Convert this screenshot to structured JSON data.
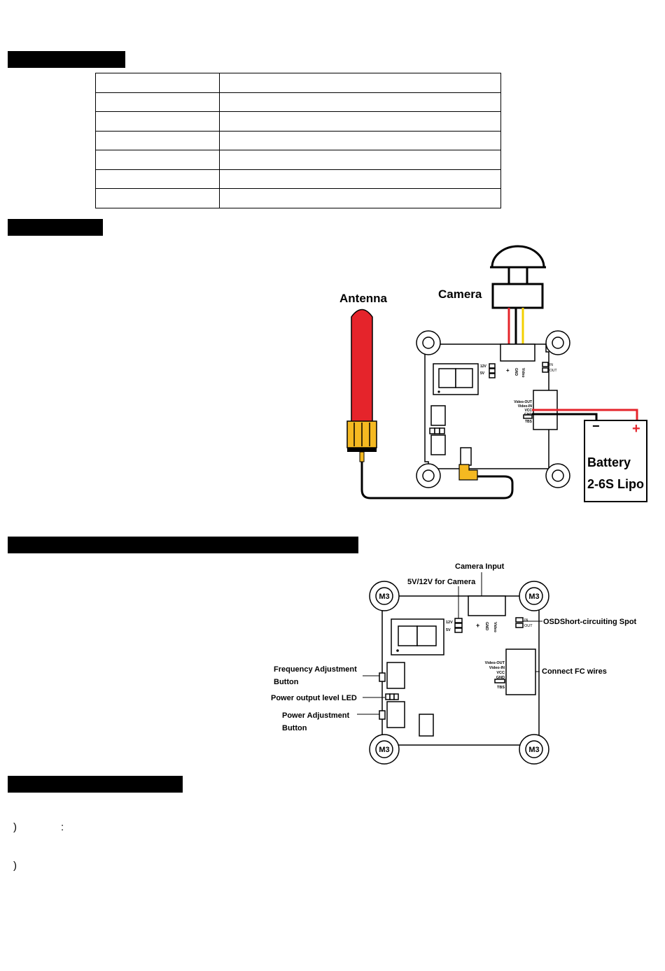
{
  "spec_table": {
    "rows": [
      [
        "",
        ""
      ],
      [
        "",
        ""
      ],
      [
        "",
        ""
      ],
      [
        "",
        ""
      ],
      [
        "",
        ""
      ],
      [
        "",
        ""
      ],
      [
        "",
        ""
      ]
    ]
  },
  "wiring": {
    "antenna": "Antenna",
    "camera": "Camera",
    "battery_line1": "Battery",
    "battery_line2": "2-6S Lipo",
    "pad_12v": "12V",
    "pad_5v": "5V",
    "pin_plus": "+",
    "pin_gnd": "GND",
    "pin_video": "Video",
    "osd_in": "IN",
    "osd_out": "OUT",
    "fc_video_out": "Video-OUT",
    "fc_video_in": "Video-IN",
    "fc_vcc": "VCC",
    "fc_gnd": "GND",
    "fc_tbs": "TBS",
    "battery_minus": "−",
    "battery_plus": "+",
    "colors": {
      "antenna": "#e5242b",
      "connector": "#f5b921",
      "wire_red": "#e5242b",
      "wire_yellow": "#f3d000"
    }
  },
  "layout_diagram": {
    "camera_input": "Camera Input",
    "cam_voltage": "5V/12V for Camera",
    "osd_spot": "OSDShort-circuiting Spot",
    "connect_fc": "Connect FC wires",
    "freq_btn_1": "Frequency Adjustment",
    "freq_btn_2": "Button",
    "power_led": "Power output level LED",
    "power_btn_1": "Power Adjustment",
    "power_btn_2": "Button",
    "mount": "M3",
    "pad_12v": "12V",
    "pad_5v": "5V",
    "pin_plus": "+",
    "pin_gnd": "GND",
    "pin_video": "Video",
    "osd_in": "IN",
    "osd_out": "OUT",
    "fc_video_out": "Video-OUT",
    "fc_video_in": "Video-IN",
    "fc_vcc": "VCC",
    "fc_gnd": "GND",
    "fc_tbs": "TBS"
  },
  "notes": {
    "line1_paren": ")",
    "line1_colon": ":",
    "line2_paren": ")"
  }
}
